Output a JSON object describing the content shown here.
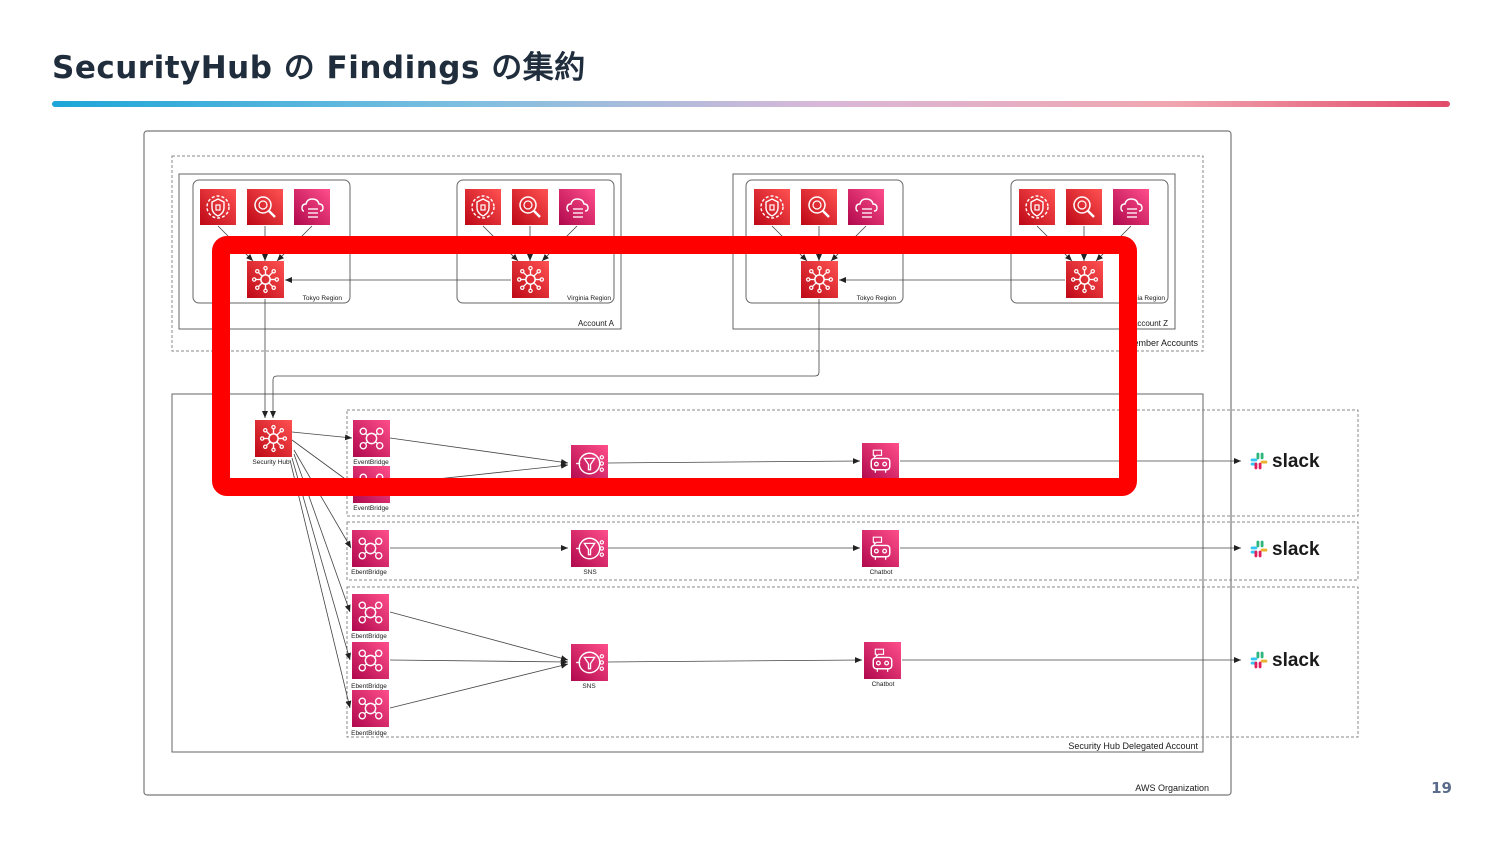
{
  "slide": {
    "title": "SecurityHub の Findings の集約",
    "page_number": "19"
  },
  "diagram": {
    "containers": {
      "organization": "AWS Organization",
      "member_accounts": "Member Accounts",
      "delegated_account": "Security Hub Delegated Account",
      "account_a": "Account A",
      "account_z": "Account Z",
      "tokyo_region": "Tokyo Region",
      "virginia_region": "Virginia Region"
    },
    "services": {
      "security_hub": "Security Hub",
      "eventbridge": "EventBridge",
      "ebentbridge": "EbentBridge",
      "sns": "SNS",
      "chatbot": "Chatbot"
    },
    "destination": "slack",
    "colors": {
      "security_red": "#d8232f",
      "integration_pink": "#e3246d",
      "highlight_red": "#ff0000",
      "container_gray": "#666666"
    },
    "icons": [
      "guardduty-icon",
      "inspector-icon",
      "config-icon",
      "securityhub-icon",
      "eventbridge-icon",
      "sns-icon",
      "chatbot-icon",
      "slack-icon"
    ]
  }
}
